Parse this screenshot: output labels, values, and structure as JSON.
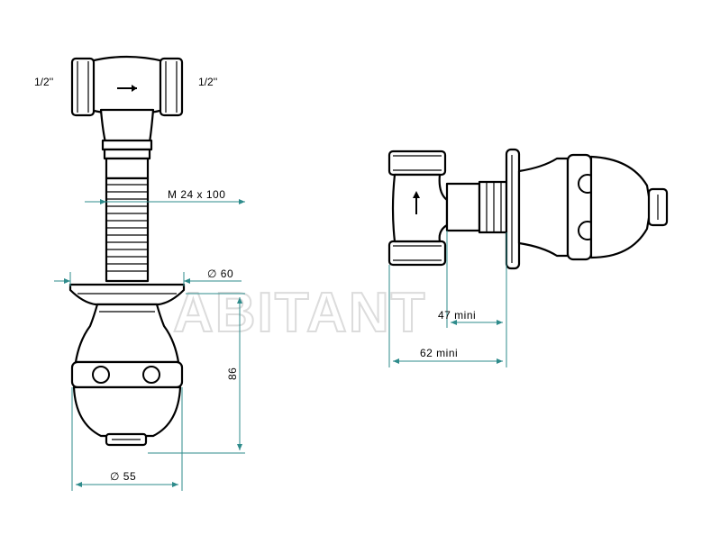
{
  "front_view": {
    "inlet_label": "1/2''",
    "outlet_label": "1/2''",
    "thread_label": "M  24  x 100",
    "flange_dia_label": "∅ 60",
    "height_label": "86",
    "knob_dia_label": "∅ 55"
  },
  "side_view": {
    "min_depth_label": "47  mini",
    "max_depth_label": "62  mini"
  },
  "watermark": "ABITANT",
  "colors": {
    "dimension": "#2e8b8b",
    "outline": "#000000",
    "watermark": "#dcdcdc"
  }
}
